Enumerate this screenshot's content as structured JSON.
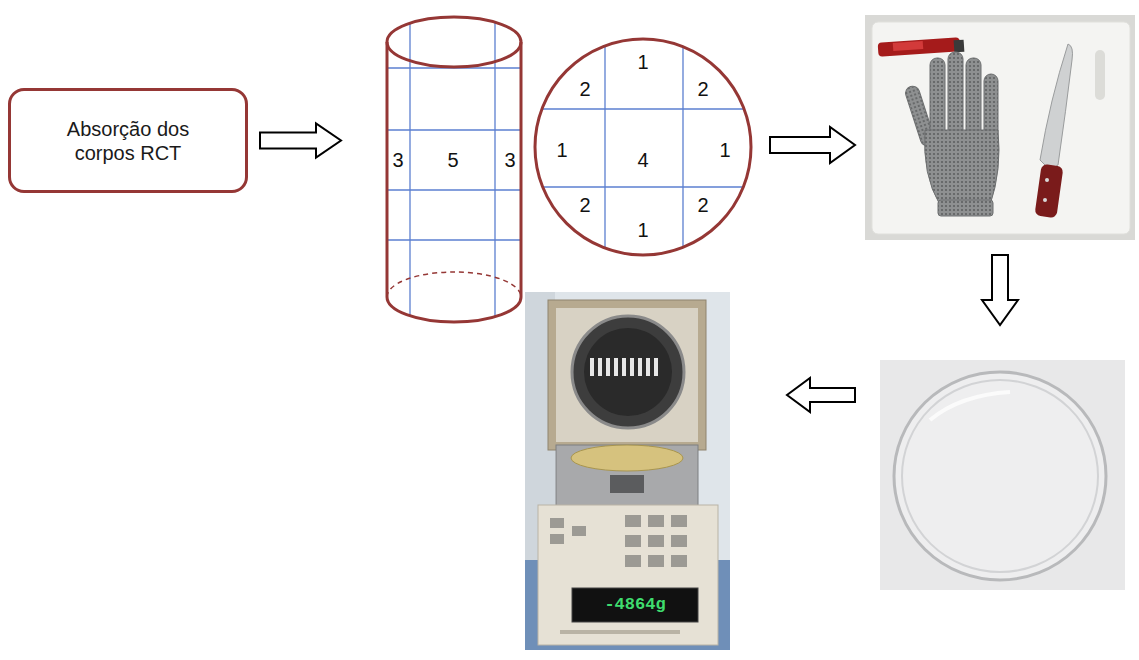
{
  "diagram": {
    "nodes": [
      {
        "text": [
          "Absorção dos corpos RCT"
        ]
      },
      {
        "text": [
          "3",
          "5",
          "3"
        ]
      },
      {
        "text": [
          "2",
          "1",
          "2",
          "1",
          "4",
          "1",
          "2",
          "1",
          "2"
        ]
      }
    ],
    "edges": [
      {
        "from": 0,
        "to": 1,
        "arrow": "to"
      }
    ],
    "labels": [
      "-4864g"
    ]
  }
}
